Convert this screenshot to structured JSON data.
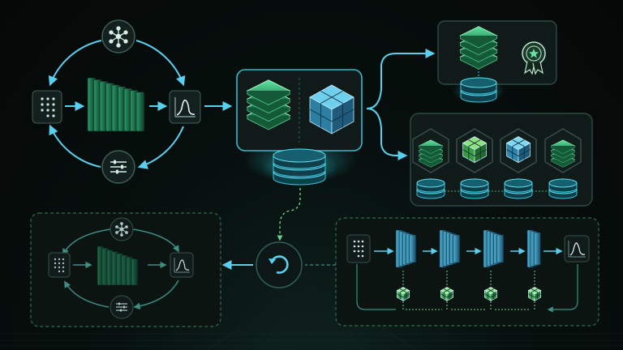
{
  "colors": {
    "background": "#070b0a",
    "panel": "#0e1715",
    "panel_border": "#2f4a43",
    "arrow_cyan": "#5ad0f0",
    "arrow_dim": "#3d8f84",
    "dashed_green": "#3fae6f",
    "layer_green": "#2fb872",
    "cube_teal": "#3fa3c4",
    "database_glow": "#37c7e0"
  },
  "icons": {
    "data_input": "data-document-icon",
    "hub": "network-hub-icon",
    "tuning": "sliders-icon",
    "output": "line-chart-icon",
    "model_stack": "layered-stack-icon",
    "model_cube": "cube-grid-icon",
    "storage": "database-icon",
    "certified": "award-badge-icon",
    "retrain": "refresh-cycle-icon",
    "small_model": "small-cube-icon"
  },
  "pipeline": {
    "top_cycle": [
      "data-document-icon",
      "neural-layers",
      "line-chart-icon",
      "network-hub-icon",
      "sliders-icon"
    ],
    "deployment_targets": 4,
    "training_stages": 4
  }
}
